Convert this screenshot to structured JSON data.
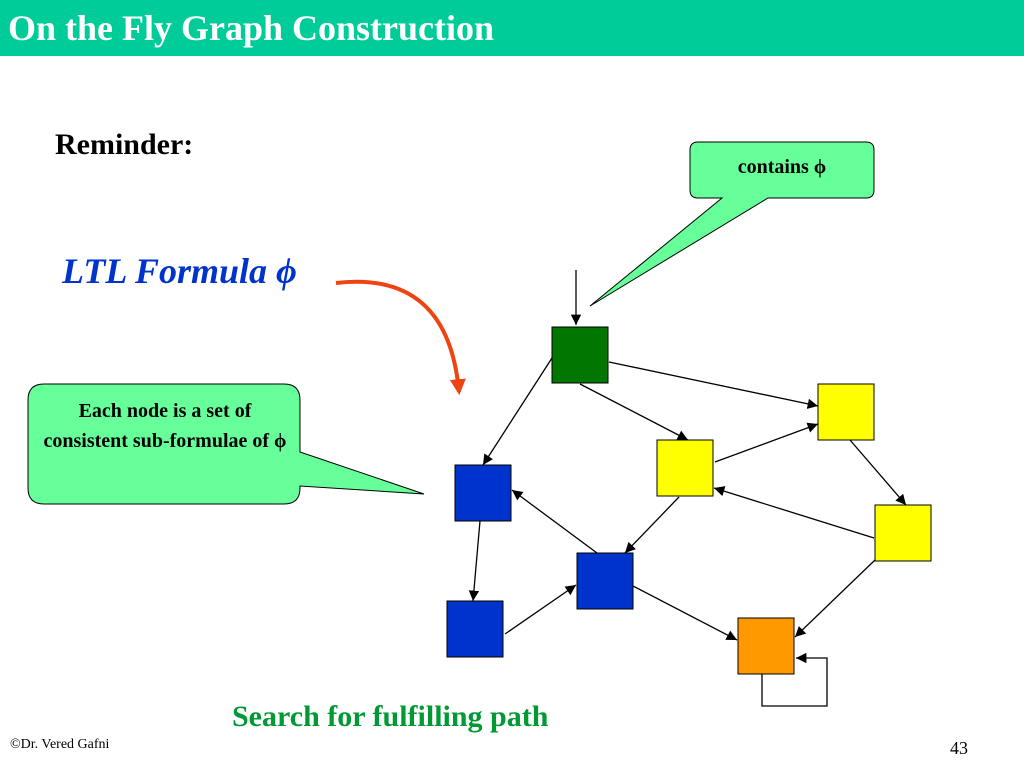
{
  "slide": {
    "title": "On the Fly Graph Construction",
    "reminder": "Reminder:",
    "formula_label": "LTL Formula ϕ",
    "callout_contains": "contains ϕ",
    "callout_node": "Each node is a set of consistent sub-formulae of ϕ",
    "caption": "Search for fulfilling path",
    "copyright": "©Dr. Vered Gafni",
    "page_number": "43"
  },
  "colors": {
    "title_bar": "#00cc99",
    "callout_fill": "#66ff99",
    "formula_text": "#0033cc",
    "formula_arrow": "#ee4411",
    "caption_text": "#009933",
    "node_green": "#007700",
    "node_blue": "#0033cc",
    "node_yellow": "#ffff00",
    "node_orange": "#ff9900"
  },
  "graph": {
    "nodes": [
      {
        "id": "n-initial",
        "color": "green",
        "initial": true
      },
      {
        "id": "n-yellow-top",
        "color": "yellow"
      },
      {
        "id": "n-yellow-mid",
        "color": "yellow"
      },
      {
        "id": "n-yellow-right",
        "color": "yellow"
      },
      {
        "id": "n-blue-left",
        "color": "blue"
      },
      {
        "id": "n-blue-center",
        "color": "blue"
      },
      {
        "id": "n-blue-bottom",
        "color": "blue"
      },
      {
        "id": "n-orange",
        "color": "orange",
        "self_loop": true
      }
    ],
    "edges": [
      {
        "from": "n-initial",
        "to": "n-yellow-top"
      },
      {
        "from": "n-initial",
        "to": "n-yellow-mid"
      },
      {
        "from": "n-initial",
        "to": "n-blue-left"
      },
      {
        "from": "n-yellow-mid",
        "to": "n-yellow-top"
      },
      {
        "from": "n-yellow-top",
        "to": "n-yellow-right"
      },
      {
        "from": "n-yellow-right",
        "to": "n-yellow-mid"
      },
      {
        "from": "n-yellow-mid",
        "to": "n-blue-center"
      },
      {
        "from": "n-blue-center",
        "to": "n-blue-left"
      },
      {
        "from": "n-blue-left",
        "to": "n-blue-bottom"
      },
      {
        "from": "n-blue-bottom",
        "to": "n-blue-center"
      },
      {
        "from": "n-blue-center",
        "to": "n-orange"
      },
      {
        "from": "n-yellow-right",
        "to": "n-orange"
      },
      {
        "from": "n-orange",
        "to": "n-orange"
      }
    ]
  }
}
